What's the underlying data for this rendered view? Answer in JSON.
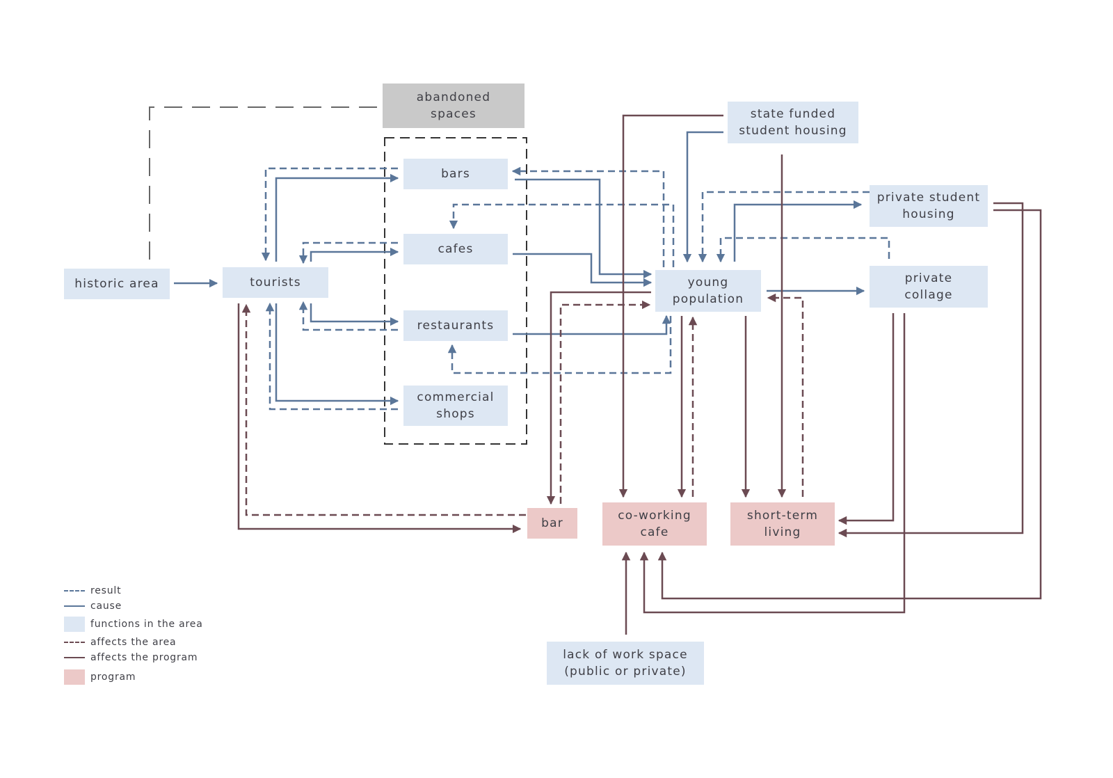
{
  "colors": {
    "cause": "#5a7699",
    "result": "#5a7699",
    "affects_program": "#6b4a52",
    "affects_area": "#6b4a52",
    "function_fill": "#dde7f3",
    "program_fill": "#ecc9c8",
    "abandoned_fill": "#c9c9c9"
  },
  "nodes": {
    "historic_area": "historic area",
    "tourists": "tourists",
    "abandoned_spaces": "abandoned\nspaces",
    "bars": "bars",
    "cafes": "cafes",
    "restaurants": "restaurants",
    "commercial_shops": "commercial\nshops",
    "young_population": "young\npopulation",
    "state_funded_student_housing": "state funded\nstudent housing",
    "private_student_housing": "private student\nhousing",
    "private_collage": "private\ncollage",
    "bar": "bar",
    "co_working_cafe": "co-working\ncafe",
    "short_term_living": "short-term\nliving",
    "lack_of_work_space": "lack of work space\n(public or private)"
  },
  "legend": {
    "result": "result",
    "cause": "cause",
    "functions": "functions in the area",
    "affects_area": "affects the area",
    "affects_program": "affects the program",
    "program": "program"
  }
}
